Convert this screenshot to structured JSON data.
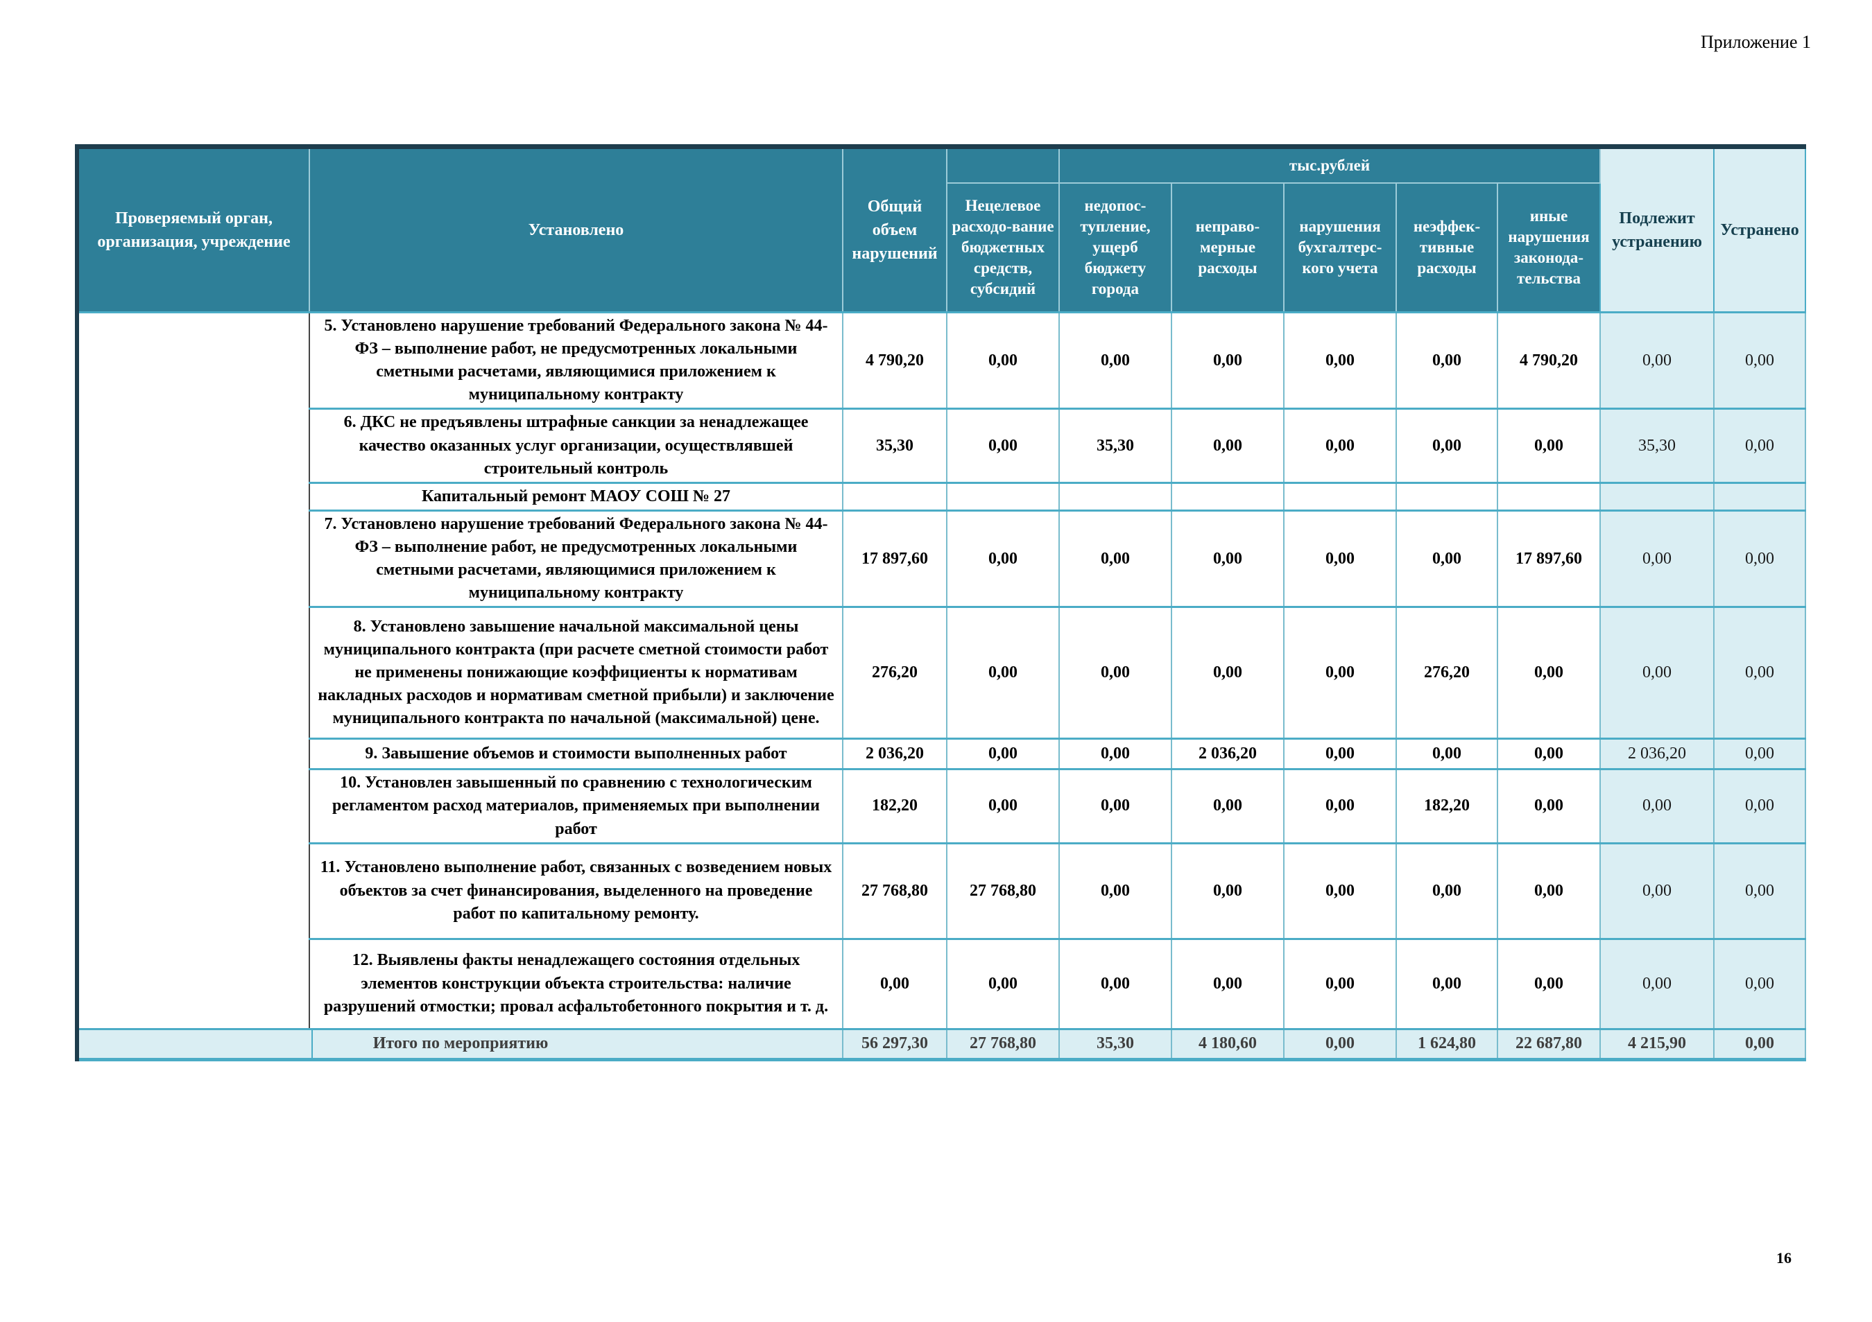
{
  "page": {
    "annex_label": "Приложение 1",
    "page_number": "16"
  },
  "table": {
    "header": {
      "col_org": "Проверяемый орган, организация, учреждение",
      "col_found": "Установлено",
      "col_total": "Общий объем нарушений",
      "group_units": "тыс.рублей",
      "col_misuse": "Нецелевое расходо-вание бюджетных средств, субсидий",
      "col_shortfall": "недопос-тупление, ущерб бюджету города",
      "col_improper": "неправо-мерные расходы",
      "col_accounting": "нарушения бухгалтерс-кого учета",
      "col_ineffective": "неэффек-тивные расходы",
      "col_other": "иные нарушения законода-тельства",
      "col_to_fix": "Подлежит устранению",
      "col_fixed": "Устранено"
    },
    "rows": [
      {
        "label": "5. Установлено нарушение требований Федерального закона № 44-ФЗ – выполнение работ, не предусмотренных локальными сметными расчетами, являющимися приложением к муниципальному контракту",
        "values": [
          "4 790,20",
          "0,00",
          "0,00",
          "0,00",
          "0,00",
          "0,00",
          "4 790,20",
          "0,00",
          "0,00"
        ]
      },
      {
        "label": "6. ДКС не предъявлены штрафные санкции за ненадлежащее качество оказанных услуг организации, осуществлявшей строительный контроль",
        "values": [
          "35,30",
          "0,00",
          "35,30",
          "0,00",
          "0,00",
          "0,00",
          "0,00",
          "35,30",
          "0,00"
        ]
      },
      {
        "label": "7. Установлено нарушение требований Федерального закона № 44-ФЗ – выполнение работ, не предусмотренных локальными сметными расчетами, являющимися приложением к муниципальному контракту",
        "values": [
          "17 897,60",
          "0,00",
          "0,00",
          "0,00",
          "0,00",
          "0,00",
          "17 897,60",
          "0,00",
          "0,00"
        ]
      },
      {
        "label": "8. Установлено завышение начальной максимальной цены муниципального контракта (при расчете сметной стоимости работ не применены понижающие коэффициенты к нормативам накладных расходов и нормативам сметной прибыли) и заключение муниципального контракта по начальной (максимальной) цене.",
        "values": [
          "276,20",
          "0,00",
          "0,00",
          "0,00",
          "0,00",
          "276,20",
          "0,00",
          "0,00",
          "0,00"
        ]
      },
      {
        "label": "9. Завышение объемов и стоимости выполненных работ",
        "values": [
          "2 036,20",
          "0,00",
          "0,00",
          "2 036,20",
          "0,00",
          "0,00",
          "0,00",
          "2 036,20",
          "0,00"
        ]
      },
      {
        "label": "10. Установлен завышенный по сравнению с технологическим регламентом расход материалов, применяемых при выполнении работ",
        "values": [
          "182,20",
          "0,00",
          "0,00",
          "0,00",
          "0,00",
          "182,20",
          "0,00",
          "0,00",
          "0,00"
        ]
      },
      {
        "label": "11. Установлено выполнение работ, связанных с возведением новых объектов за счет финансирования, выделенного на проведение работ по капитальному ремонту.",
        "values": [
          "27 768,80",
          "27 768,80",
          "0,00",
          "0,00",
          "0,00",
          "0,00",
          "0,00",
          "0,00",
          "0,00"
        ]
      },
      {
        "label": "12. Выявлены факты ненадлежащего состояния отдельных элементов конструкции объекта строительства: наличие разрушений отмостки; провал асфальтобетонного покрытия и т. д.",
        "values": [
          "0,00",
          "0,00",
          "0,00",
          "0,00",
          "0,00",
          "0,00",
          "0,00",
          "0,00",
          "0,00"
        ]
      }
    ],
    "section_row": {
      "label": "Капитальный ремонт МАОУ СОШ № 27"
    },
    "total_row": {
      "label": "Итого по мероприятию",
      "values": [
        "56 297,30",
        "27 768,80",
        "35,30",
        "4 180,60",
        "0,00",
        "1 624,80",
        "22 687,80",
        "4 215,90",
        "0,00"
      ]
    }
  }
}
